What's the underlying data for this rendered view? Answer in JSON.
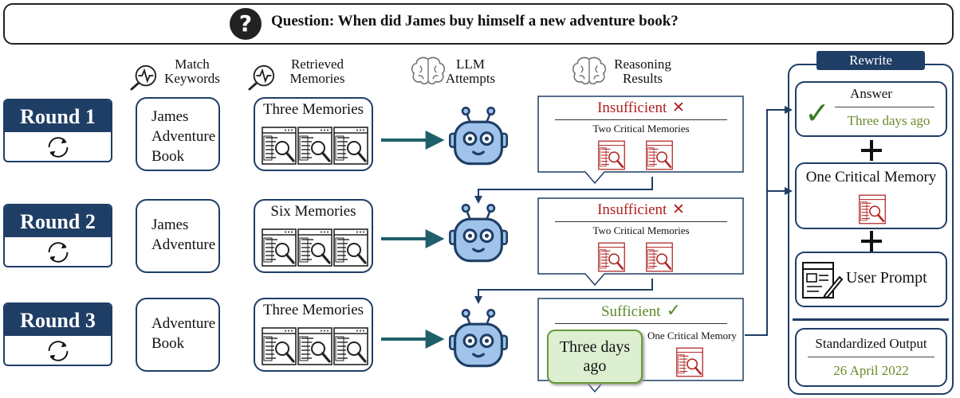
{
  "question": "Question: When did James buy himself a new adventure book?",
  "headers": {
    "match_keywords": [
      "Match",
      "Keywords"
    ],
    "retrieved_memories": [
      "Retrieved",
      "Memories"
    ],
    "llm_attempts": [
      "LLM",
      "Attempts"
    ],
    "reasoning_results": [
      "Reasoning",
      "Results"
    ]
  },
  "rounds": [
    {
      "label": "Round 1",
      "keywords": [
        "James",
        "Adventure",
        "Book"
      ],
      "memories": "Three Memories",
      "status": "Insufficient",
      "critical": "Two Critical Memories"
    },
    {
      "label": "Round 2",
      "keywords": [
        "James",
        "Adventure"
      ],
      "memories": "Six Memories",
      "status": "Insufficient",
      "critical": "Two Critical Memories"
    },
    {
      "label": "Round 3",
      "keywords": [
        "Adventure",
        "Book"
      ],
      "memories": "Three Memories",
      "status": "Sufficient",
      "critical": "One Critical Memory",
      "answer_bubble": "Three days ago"
    }
  ],
  "rewrite": {
    "label": "Rewrite",
    "answer_title": "Answer",
    "answer_value": "Three days ago",
    "critical_memory": "One Critical Memory",
    "user_prompt": "User Prompt",
    "output_title": "Standardized Output",
    "output_value": "26 April 2022"
  },
  "colors": {
    "navy": "#1f3e66",
    "insufficient": "#b02020",
    "sufficient": "#5a8a2a",
    "arrow": "#1f5f6b",
    "robot": "#9fc3ea"
  }
}
